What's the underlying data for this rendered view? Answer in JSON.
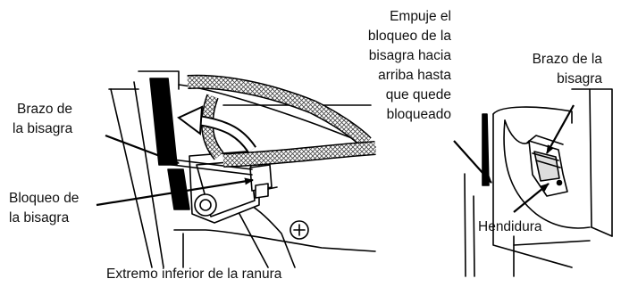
{
  "left_figure": {
    "label_arm": [
      "Brazo de",
      "la bisagra"
    ],
    "label_lock": [
      "Bloqueo de",
      "la bisagra"
    ],
    "caption": "Extremo inferior de la ranura"
  },
  "right_figure": {
    "label_push": [
      "Empuje el",
      "bloqueo de la",
      "bisagra hacia",
      "arriba hasta",
      "que quede",
      "bloqueado"
    ],
    "label_arm": [
      "Brazo de la",
      "bisagra"
    ],
    "label_notch": "Hendidura"
  }
}
